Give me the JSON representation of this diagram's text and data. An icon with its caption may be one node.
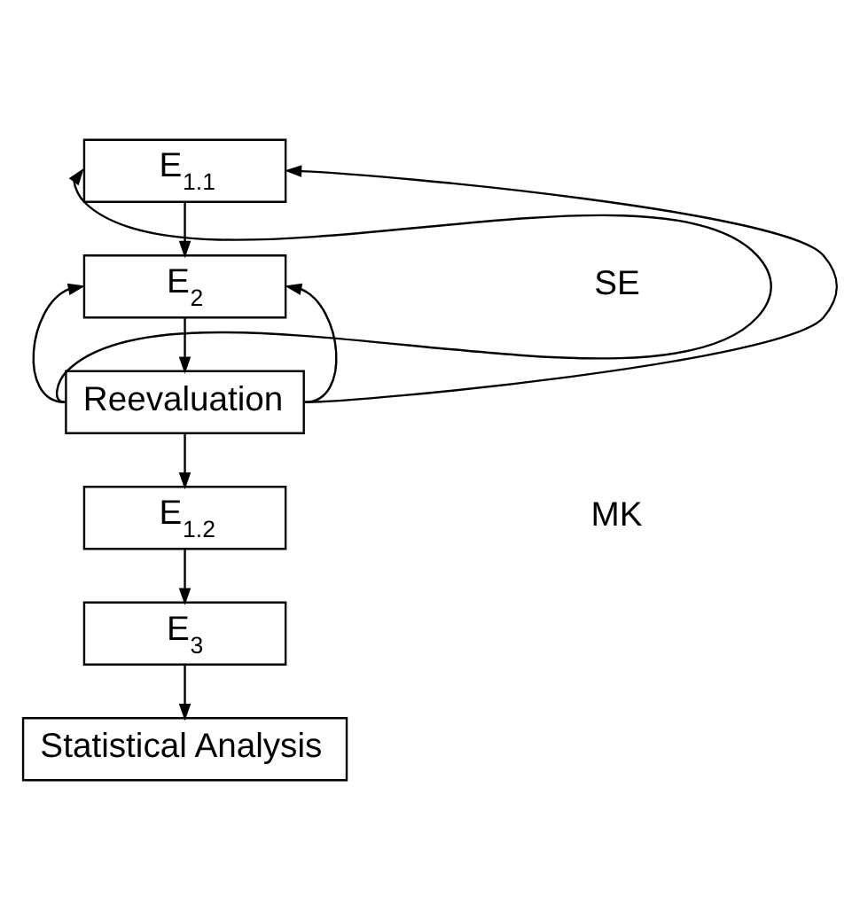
{
  "diagram": {
    "nodes": [
      {
        "text": [
          "E$_{1.1}$"
        ]
      },
      {
        "text": [
          "E$_{2}$"
        ]
      },
      {
        "text": [
          "Reevaluation"
        ]
      },
      {
        "text": [
          "E$_{1.2}$"
        ]
      },
      {
        "text": [
          "E$_{3}$"
        ]
      },
      {
        "text": [
          "Statistical Analysis"
        ]
      }
    ],
    "edges": [
      {
        "from": 0,
        "to": 1,
        "arrow": "to"
      },
      {
        "from": 1,
        "to": 2,
        "arrow": "to"
      },
      {
        "from": 2,
        "to": 3,
        "arrow": "to"
      },
      {
        "from": 3,
        "to": 4,
        "arrow": "to"
      },
      {
        "from": 4,
        "to": 5,
        "arrow": "to"
      },
      {
        "from": 2,
        "to": 0,
        "arrow": "to"
      },
      {
        "from": 2,
        "to": 1,
        "arrow": "to"
      },
      {
        "from": 2,
        "to": 0,
        "arrow": "to"
      },
      {
        "from": 2,
        "to": 1,
        "arrow": "to"
      }
    ],
    "labels": [
      "SE",
      "MK"
    ]
  }
}
